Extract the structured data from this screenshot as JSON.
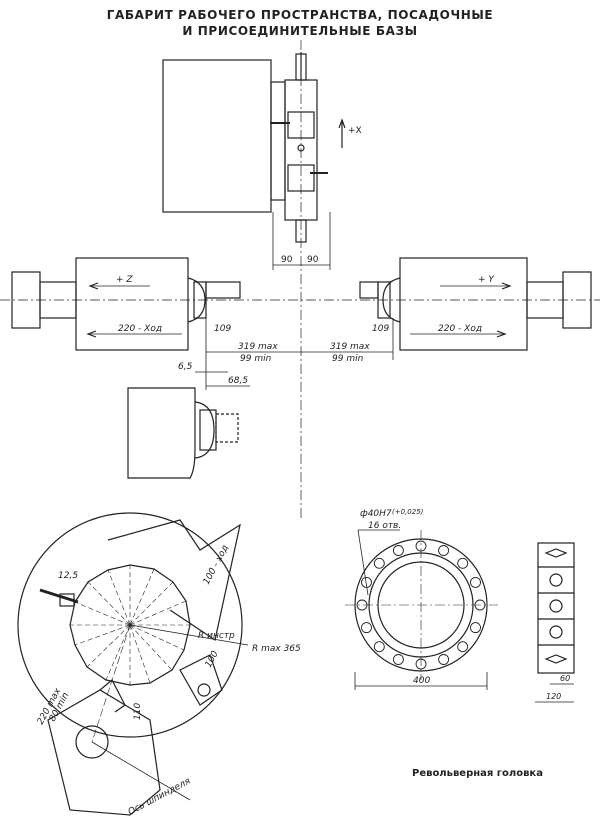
{
  "title": {
    "line1": "ГАБАРИТ РАБОЧЕГО ПРОСТРАНСТВА, ПОСАДОЧНЫЕ",
    "line2": "И ПРИСОЕДИНИТЕЛЬНЫЕ БАЗЫ"
  },
  "top_view": {
    "axis_x": "+X",
    "dim_90_left": "90",
    "dim_90_right": "90",
    "left_dir": "+ Z",
    "right_dir": "+ Y",
    "left_stroke": "220 - Ход",
    "right_stroke": "220 - Ход",
    "dim_109_left": "109",
    "dim_109_right": "109",
    "left_max": "319 max",
    "left_min": "99 min",
    "right_max": "319 max",
    "right_min": "99 min",
    "dim_6_5": "6,5",
    "dim_68_5": "68,5"
  },
  "bottom_left": {
    "dim_12_5": "12,5",
    "stroke_100": "100 - ход",
    "r_inst": "R инстр",
    "r_max": "R max 365",
    "dim_100": "100",
    "dim_220_max": "220 max",
    "dim_80_min": "80 min",
    "dim_110": "110",
    "spindle_axis": "Ось шпинделя"
  },
  "turret": {
    "bore": "ф40Н7",
    "tolerance": "(+0,025)",
    "holes": "16 отв.",
    "dim_400": "400",
    "side_60": "60",
    "side_120": "120",
    "caption": "Револьверная головка"
  }
}
